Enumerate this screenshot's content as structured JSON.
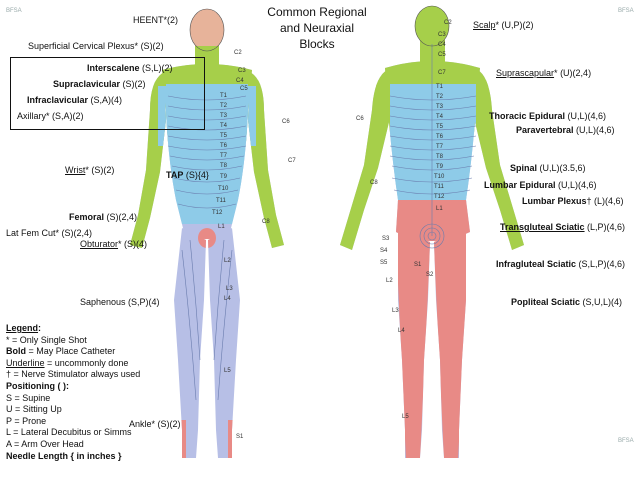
{
  "title_line1": "Common Regional",
  "title_line2": "and Neuraxial",
  "title_line3": "Blocks",
  "watermark": "BFSA",
  "colors": {
    "skin": "#e7b39a",
    "cervical_green": "#a6cf4a",
    "thoracic_blue": "#8ecbe8",
    "lumbar_lavender": "#b7bfe6",
    "sacral_red": "#e88a86"
  },
  "front_labels": {
    "heent": {
      "name": "HEENT",
      "mark": "*",
      "info": "(2)"
    },
    "superficial_cervical": {
      "name": "Superficial Cervical Plexus",
      "mark": "*",
      "info": " (S)(2)"
    },
    "interscalene": {
      "name": "Interscalene",
      "info": " (S,L)(2)"
    },
    "supraclavicular": {
      "name": "Supraclavicular",
      "info": " (S)(2)"
    },
    "infraclavicular": {
      "name": "Infraclavicular",
      "info": " (S,A)(4)"
    },
    "axillary": {
      "name": "Axillary",
      "mark": "*",
      "info": " (S,A)(2)"
    },
    "wrist": {
      "name": "Wrist",
      "mark": "*",
      "info": " (S)(2)"
    },
    "tap": {
      "name": "TAP",
      "info": " (S){4}"
    },
    "femoral": {
      "name": "Femoral",
      "info": " (S)(2,4)"
    },
    "lat_fem_cut": {
      "name": "Lat Fem Cut",
      "mark": "*",
      "info": " (S)(2,4)"
    },
    "obturator": {
      "name": "Obturator",
      "mark": "*",
      "info": " (S)(4)"
    },
    "saphenous": {
      "name": "Saphenous",
      "info": " (S,P)(4)"
    },
    "ankle": {
      "name": "Ankle",
      "mark": "*",
      "info": " (S)(2)"
    }
  },
  "back_labels": {
    "scalp": {
      "name": "Scalp",
      "mark": "*",
      "info": " (U,P)(2)"
    },
    "suprascapular": {
      "name": "Suprascapular",
      "mark": "*",
      "info": " (U)(2,4)"
    },
    "thoracic_epidural": {
      "name": "Thoracic Epidural",
      "info": " (U,L)(4,6)"
    },
    "paravertebral": {
      "name": "Paravertebral",
      "info": " (U,L)(4,6)"
    },
    "spinal": {
      "name": "Spinal",
      "info": " (U,L)(3.5,6)"
    },
    "lumbar_epidural": {
      "name": "Lumbar Epidural",
      "info": " (U,L)(4,6)"
    },
    "lumbar_plexus": {
      "name": "Lumbar Plexus",
      "mark": "†",
      "info": " (L)(4,6)"
    },
    "transgluteal_sciatic": {
      "name": "Transgluteal Sciatic",
      "info": " (L,P)(4,6)"
    },
    "infragluteal_sciatic": {
      "name": "Infragluteal Sciatic",
      "info": " (S,L,P)(4,6)"
    },
    "popliteal_sciatic": {
      "name": "Popliteal Sciatic",
      "info": " (S,U,L)(4)"
    }
  },
  "legend": {
    "heading": "Legend",
    "heading_colon": ":",
    "single_shot_mark": "*",
    "single_shot_text": "  = Only Single Shot",
    "bold_word": "Bold",
    "bold_text": " = May Place Catheter",
    "underline_word": "Underline",
    "underline_text": " = uncommonly done",
    "dagger_line": "† = Nerve Stimulator always used",
    "positioning": "Positioning ( ):",
    "supine": "S = Supine",
    "sitting": "U = Sitting Up",
    "prone": "P = Prone",
    "lateral": "L = Lateral Decubitus or Simms",
    "arm": "A = Arm Over Head",
    "needle": "Needle Length { in inches }"
  },
  "dermatomes": {
    "front": [
      "C2",
      "C3",
      "C4",
      "C5",
      "T1",
      "T2",
      "T3",
      "T4",
      "T5",
      "T6",
      "T7",
      "T8",
      "T9",
      "T10",
      "T11",
      "T12",
      "L1",
      "L2",
      "L3",
      "L4",
      "L5",
      "S1",
      "C6",
      "C7",
      "C8"
    ],
    "back": [
      "C2",
      "C3",
      "C4",
      "C5",
      "C6",
      "C7",
      "C8",
      "T1",
      "T2",
      "T3",
      "T4",
      "T5",
      "T6",
      "T7",
      "T8",
      "T9",
      "T10",
      "T11",
      "T12",
      "L1",
      "L2",
      "L3",
      "L4",
      "L5",
      "S1",
      "S2",
      "S3",
      "S4",
      "S5"
    ]
  }
}
